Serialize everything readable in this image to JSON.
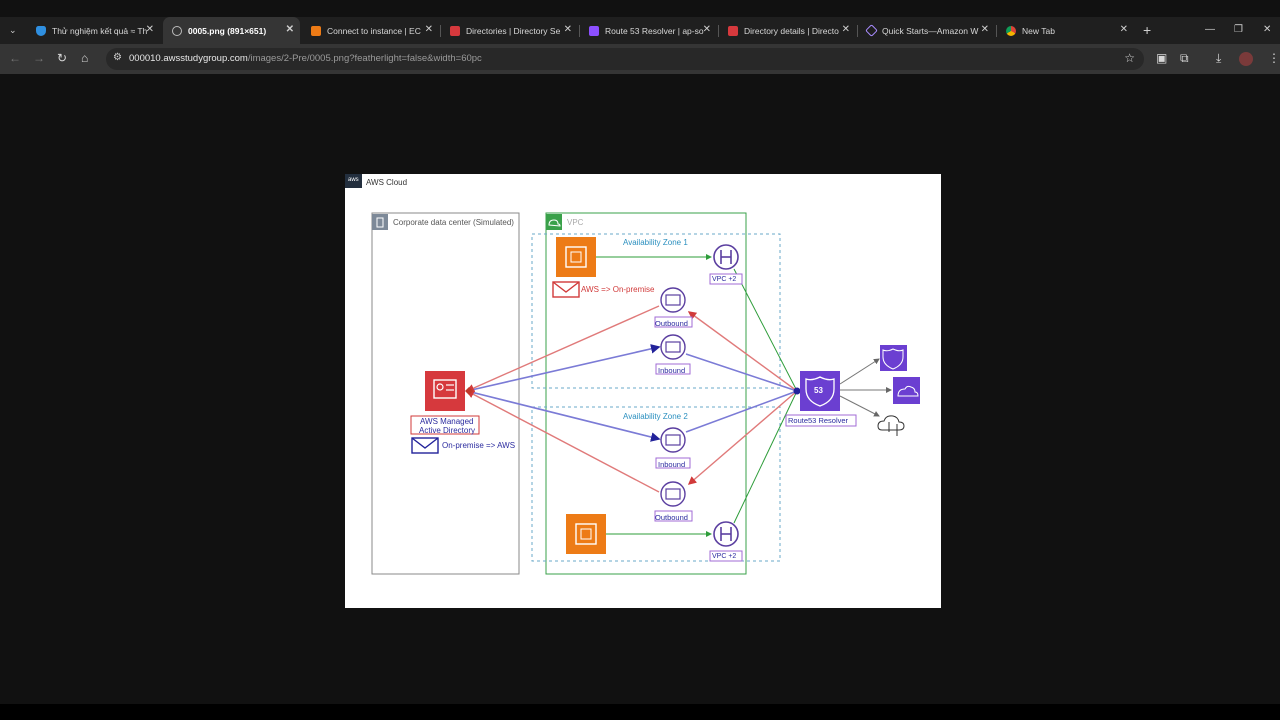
{
  "tabs": [
    {
      "title": "Thử nghiệm kết quả ≈ Th",
      "favicon": "shield-blue"
    },
    {
      "title": "0005.png (891×651)",
      "favicon": "globe",
      "active": true
    },
    {
      "title": "Connect to instance | EC",
      "favicon": "aws-orange"
    },
    {
      "title": "Directories | Directory Se",
      "favicon": "aws-red"
    },
    {
      "title": "Route 53 Resolver | ap-so",
      "favicon": "aws-purple"
    },
    {
      "title": "Directory details | Directo",
      "favicon": "aws-red"
    },
    {
      "title": "Quick Starts—Amazon W",
      "favicon": "cube"
    },
    {
      "title": "New Tab",
      "favicon": "chrome"
    }
  ],
  "address": {
    "host": "000010.awsstudygroup.com",
    "path": "/images/2-Pre/0005.png?featherlight=false&width=60pc"
  },
  "diagram": {
    "aws_cloud": "AWS Cloud",
    "corporate_dc": "Corporate data center (Simulated)",
    "vpc": "VPC",
    "az1": "Availability Zone 1",
    "az2": "Availability Zone 2",
    "vpc_plus2_top": "VPC +2",
    "vpc_plus2_bottom": "VPC +2",
    "outbound_top": "Outbound",
    "inbound_top": "Inbound",
    "inbound_bottom": "Inbound",
    "outbound_bottom": "Outbound",
    "aws_to_onprem": "AWS => On-premise",
    "onprem_to_aws": "On-premise => AWS",
    "managed_ad_line1": "AWS Managed",
    "managed_ad_line2": "Active Directory",
    "route53_resolver": "Route53 Resolver",
    "route53_badge": "53",
    "aws_logo": "aws"
  },
  "colors": {
    "inbound_line": "#7b7bd6",
    "outbound_line": "#e07a7a",
    "vpc_line": "#2e9d3a",
    "route53_purple": "#6b3fd1",
    "ad_red": "#d6393d",
    "ec2_orange": "#ed7b16"
  }
}
